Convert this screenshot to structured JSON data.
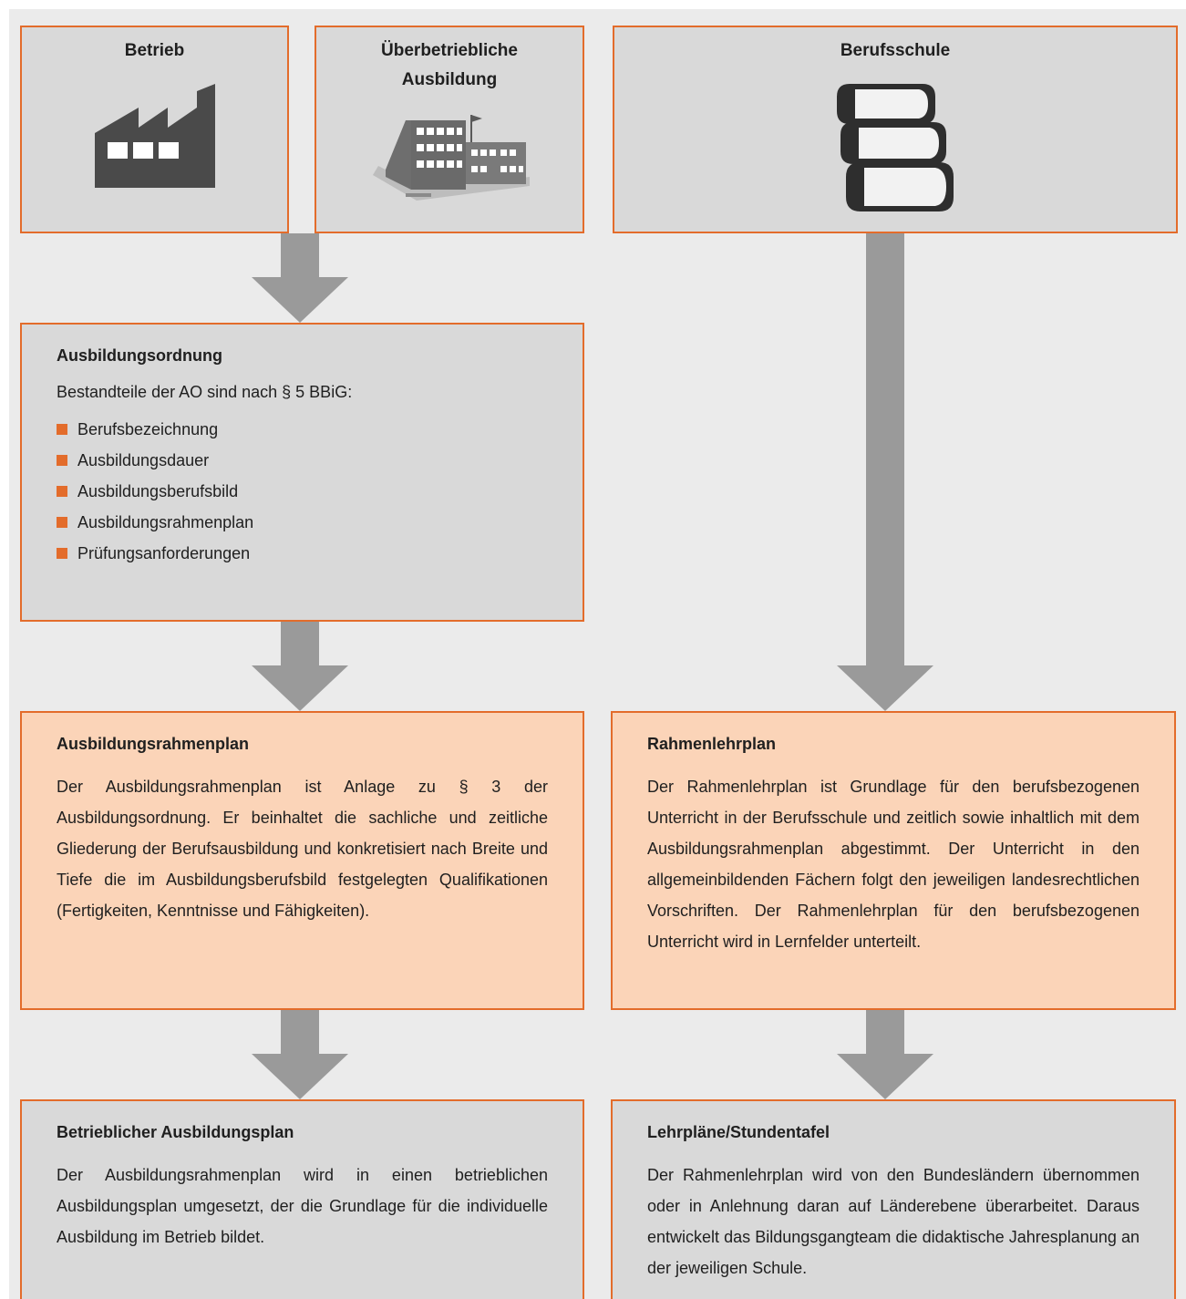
{
  "top_boxes": {
    "betrieb": {
      "label": "Betrieb",
      "icon": "factory-icon"
    },
    "ueberbetrieblich": {
      "label_line1": "Überbetriebliche",
      "label_line2": "Ausbildung",
      "icon": "training-center-building-icon"
    },
    "berufsschule": {
      "label": "Berufsschule",
      "icon": "books-icon"
    }
  },
  "ausbildungsordnung": {
    "title": "Ausbildungsordnung",
    "intro": "Bestandteile der AO sind nach § 5 BBiG:",
    "items": [
      "Berufsbezeichnung",
      "Ausbildungsdauer",
      "Ausbildungsberufsbild",
      "Ausbildungsrahmenplan",
      "Prüfungsanforderungen"
    ]
  },
  "ausbildungsrahmenplan": {
    "title": "Ausbildungsrahmenplan",
    "text": "Der Ausbildungsrahmenplan ist Anlage zu § 3 der Ausbildungsordnung. Er beinhaltet die sachliche und zeitliche Gliederung der Berufsausbildung und konkretisiert nach Breite und Tiefe die im Ausbildungsberufsbild festgelegten Qualifikationen (Fertigkeiten, Kenntnisse und Fähigkeiten)."
  },
  "rahmenlehrplan": {
    "title": "Rahmenlehrplan",
    "text": "Der Rahmenlehrplan ist Grundlage für den berufsbezogenen Unterricht in der Berufsschule und zeitlich sowie inhaltlich mit dem Ausbildungsrahmenplan abgestimmt. Der Unterricht in den allgemeinbildenden Fächern folgt den jeweiligen landesrechtlichen Vorschriften. Der Rahmenlehrplan für den berufsbezogenen Unterricht wird in Lernfelder unterteilt."
  },
  "betrieblicher_ausbildungsplan": {
    "title": "Betrieblicher Ausbildungsplan",
    "text": "Der Ausbildungsrahmenplan wird in einen betrieblichen Ausbildungsplan umgesetzt, der die Grundlage für die individuelle Ausbildung im Betrieb bildet."
  },
  "lehrplaene": {
    "title": "Lehrpläne/Stundentafel",
    "text": "Der Rahmenlehrplan wird von den Bundesländern übernommen oder in Anlehnung daran auf Länderebene überarbeitet. Daraus entwickelt das Bildungsgangteam die didaktische Jahresplanung an der jeweiligen Schule."
  },
  "colors": {
    "border": "#e36c2b",
    "gray_box": "#d9d9d9",
    "peach_box": "#fbd4b8",
    "arrow": "#9a9a9a",
    "background": "#ebebeb"
  }
}
